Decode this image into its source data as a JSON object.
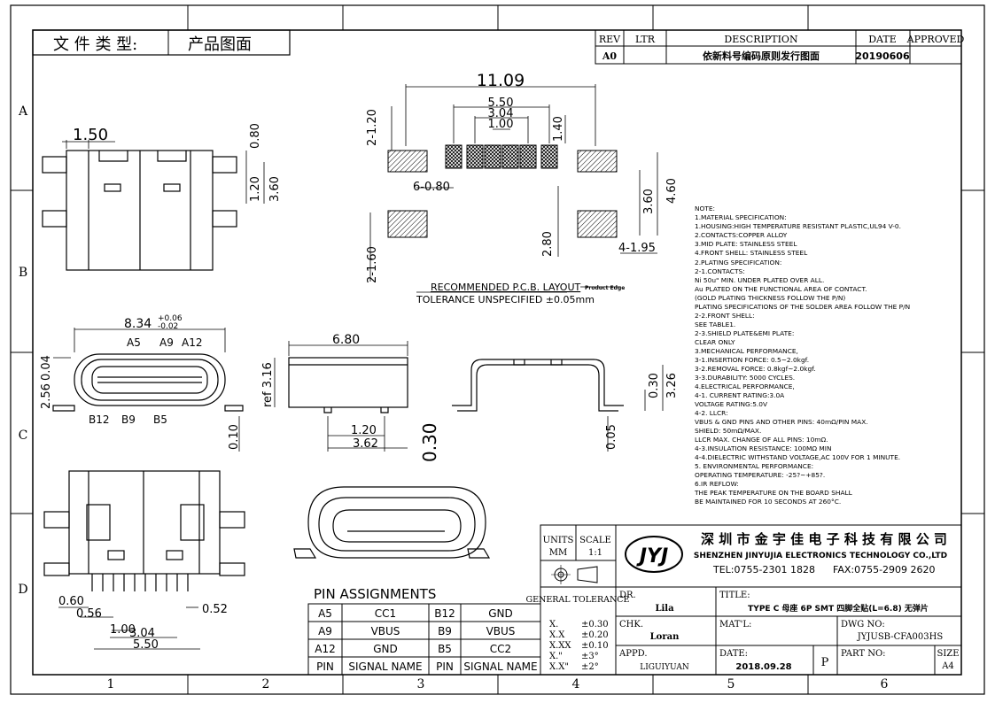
{
  "sheet": {
    "doc_type_label": "文 件 类 型:",
    "doc_type_value": "产品图面",
    "columns": [
      "1",
      "2",
      "3",
      "4",
      "5",
      "6"
    ],
    "rows": [
      "A",
      "B",
      "C",
      "D"
    ]
  },
  "revision": {
    "headers": {
      "rev": "REV",
      "ltr": "LTR",
      "desc": "DESCRIPTION",
      "date": "DATE",
      "approved": "APPROVED"
    },
    "row": {
      "rev": "A0",
      "ltr": "",
      "desc": "依新料号编码原则发行图面",
      "date": "20190606",
      "approved": ""
    }
  },
  "pcb": {
    "total_width": "11.09",
    "inner_width": "5.50",
    "pad_span": "3.04",
    "pitch": "1.00",
    "pad_h": "1.40",
    "side_h": "2-1.20",
    "lower_h": "2-1.60",
    "pad_spec": "6-0.80",
    "v1": "3.60",
    "v2": "4.60",
    "v3": "2.80",
    "gap": "4-1.95",
    "title": "RECOMMENDED  P.C.B. LAYOUT",
    "tolerance": "TOLERANCE UNSPECIFIED ±0.05mm",
    "edge": "Product Edge"
  },
  "top_view": {
    "w": "1.50",
    "h1": "0.80",
    "h2": "1.20",
    "h3": "3.60"
  },
  "front_view": {
    "width": "8.34",
    "tol_up": "+0.06",
    "tol_dn": "-0.02",
    "top_labels": [
      "A5",
      "A9",
      "A12"
    ],
    "bottom_labels": [
      "B12",
      "B9",
      "B5"
    ],
    "h_a": "0.04",
    "h_b": "2.56",
    "h_c": "0.10"
  },
  "side_view": {
    "length": "6.80",
    "ref": "ref 3.16",
    "d1": "1.20",
    "d2": "3.62",
    "d3": "0.30"
  },
  "profile_view": {
    "h1": "0.30",
    "h2": "3.26",
    "foot": "0.05"
  },
  "bottom_view": {
    "d1": "0.60",
    "d2": "0.56",
    "d3": "0.52",
    "d4": "1.00",
    "d5": "3.04",
    "d6": "5.50"
  },
  "notes": [
    "NOTE:",
    "1.MATERIAL SPECIFICATION:",
    "  1.HOUSING:HIGH TEMPERATURE RESISTANT PLASTIC,UL94 V-0.",
    "  2.CONTACTS:COPPER ALLOY",
    "  3.MID PLATE: STAINLESS STEEL",
    "  4.FRONT SHELL: STAINLESS STEEL",
    "2.PLATING SPECIFICATION:",
    "  2-1.CONTACTS:",
    "   Ni 50u\" MIN. UNDER PLATED OVER ALL.",
    "   Au PLATED ON THE FUNCTIONAL AREA OF CONTACT.",
    "   (GOLD PLATING THICKNESS FOLLOW THE P/N)",
    "   PLATING SPECIFICATIONS OF THE SOLDER AREA FOLLOW THE P/N",
    "2-2.FRONT SHELL:",
    "   SEE TABLE1.",
    "2-3.SHIELD PLATE&EMI PLATE:",
    "   CLEAR ONLY",
    "3.MECHANICAL PERFORMANCE,",
    "    3-1.INSERTION FORCE: 0.5~2.0kgf.",
    "    3-2.REMOVAL FORCE: 0.8kgf~2.0kgf.",
    "    3-3.DURABILITY: 5000 CYCLES.",
    "4.ELECTRICAL PERFORMANCE,",
    "    4-1. CURRENT RATING:3.0A",
    "           VOLTAGE RATING:5.0V",
    "    4-2. LLCR:",
    "           VBUS & GND PINS AND OTHER PINS: 40mΩ/PIN MAX.",
    "           SHIELD: 50mΩ/MAX.",
    "           LLCR MAX. CHANGE OF ALL PINS: 10mΩ.",
    "    4-3.INSULATION RESISTANCE: 100MΩ   MIN",
    "    4-4.DIELECTRIC WITHSTAND VOLTAGE,AC 100V FOR 1 MINUTE.",
    "5. ENVIRONMENTAL PERFORMANCE:",
    "   OPERATING TEMPERATURE: -25?~+85?.",
    "6.IR REFLOW:",
    "   THE PEAK TEMPERATURE ON THE BOARD SHALL",
    "   BE MAINTAINED FOR 10 SECONDS AT 260°C."
  ],
  "pins": {
    "title": "PIN ASSIGNMENTS",
    "rows": [
      [
        "A5",
        "CC1",
        "B12",
        "GND"
      ],
      [
        "A9",
        "VBUS",
        "B9",
        "VBUS"
      ],
      [
        "A12",
        "GND",
        "B5",
        "CC2"
      ],
      [
        "PIN",
        "SIGNAL NAME",
        "PIN",
        "SIGNAL NAME"
      ]
    ]
  },
  "title_block": {
    "units_label": "UNITS",
    "units_value": "MM",
    "scale_label": "SCALE",
    "scale_value": "1:1",
    "company_cn": "深 圳 市 金 宇 佳 电 子 科 技 有 限 公 司",
    "company_en": "SHENZHEN JINYUJIA ELECTRONICS TECHNOLOGY CO.,LTD",
    "tel": "TEL:0755-2301 1828",
    "fax": "FAX:0755-2909 2620",
    "logo": "JYJ",
    "general_tolerance": "GENERAL TOLERANCE",
    "tolerances": [
      [
        "X.",
        "±0.30"
      ],
      [
        "X.X",
        "±0.20"
      ],
      [
        "X.XX",
        "±0.10"
      ],
      [
        "X.\"",
        "±3°"
      ],
      [
        "X.X\"",
        "±2°"
      ]
    ],
    "dr_label": "DR.",
    "dr_value": "Lila",
    "chk_label": "CHK.",
    "chk_value": "Loran",
    "appd_label": "APPD.",
    "appd_value": "LIGUIYUAN",
    "title_label": "TITLE:",
    "title_value": "TYPE C 母座 6P SMT 四脚全贴(L=6.8) 无弹片",
    "matl_label": "MAT'L:",
    "matl_value": "",
    "dwg_label": "DWG NO:",
    "dwg_value": "JYJUSB-CFA003HS",
    "date_label": "DATE:",
    "date_value": "2018.09.28",
    "p_value": "P",
    "part_label": "PART NO:",
    "part_value": "",
    "size_label": "SIZE",
    "size_value": "A4"
  },
  "colors": {
    "line": "#000000",
    "hatch": "#333333"
  }
}
